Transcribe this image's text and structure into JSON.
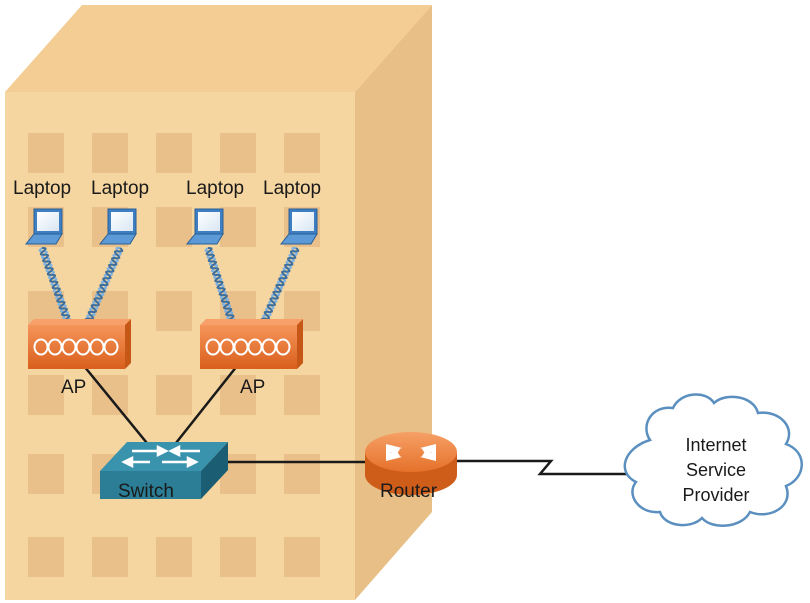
{
  "laptops": [
    {
      "label": "Laptop"
    },
    {
      "label": "Laptop"
    },
    {
      "label": "Laptop"
    },
    {
      "label": "Laptop"
    }
  ],
  "access_points": [
    {
      "label": "AP"
    },
    {
      "label": "AP"
    }
  ],
  "switch": {
    "label": "Switch"
  },
  "router": {
    "label": "Router"
  },
  "cloud": {
    "line1": "Internet",
    "line2": "Service",
    "line3": "Provider"
  },
  "colors": {
    "building_front": "#f6d6a0",
    "building_side": "#e8bf86",
    "building_top": "#f3cd94",
    "window": "#e8c08a",
    "ap": "#ef7c35",
    "switch": "#2b7e96",
    "router": "#ee7a30",
    "laptop": "#4b8fd0",
    "wireless": "#5a8fbf"
  }
}
